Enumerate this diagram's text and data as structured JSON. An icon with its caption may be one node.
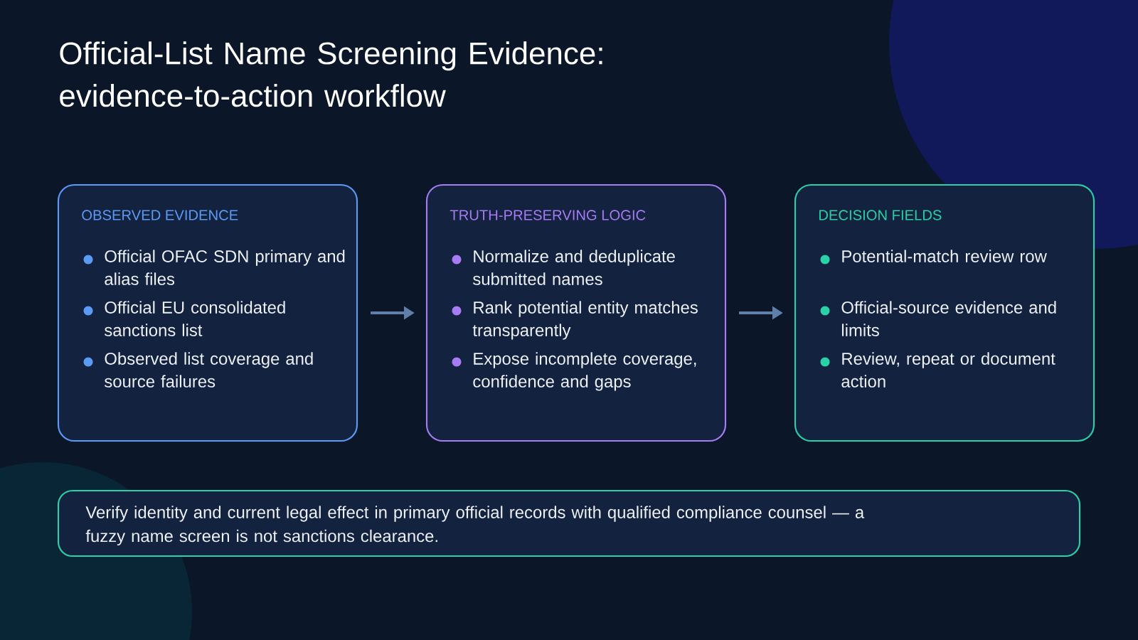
{
  "diagram": {
    "title": "Official-List Name Screening Evidence: evidence-to-action workflow",
    "nodes": [
      {
        "text": [
          "OBSERVED EVIDENCE",
          "Official OFAC SDN primary and alias files",
          "Official EU consolidated sanctions list",
          "Observed list coverage and source failures"
        ]
      },
      {
        "text": [
          "TRUTH-PRESERVING LOGIC",
          "Normalize and deduplicate submitted names",
          "Rank potential entity matches transparently",
          "Expose incomplete coverage, confidence and gaps"
        ]
      },
      {
        "text": [
          "DECISION FIELDS",
          "Potential-match review row",
          "Official-source evidence and limits",
          "Review, repeat or document action"
        ]
      },
      {
        "text": [
          "Verify identity and current legal effect in primary official records with qualified compliance counsel — a fuzzy name screen is not sanctions clearance."
        ]
      }
    ],
    "edges": [
      {
        "from": 0,
        "to": 1,
        "arrow": "to"
      },
      {
        "from": 1,
        "to": 2,
        "arrow": "to"
      }
    ]
  }
}
